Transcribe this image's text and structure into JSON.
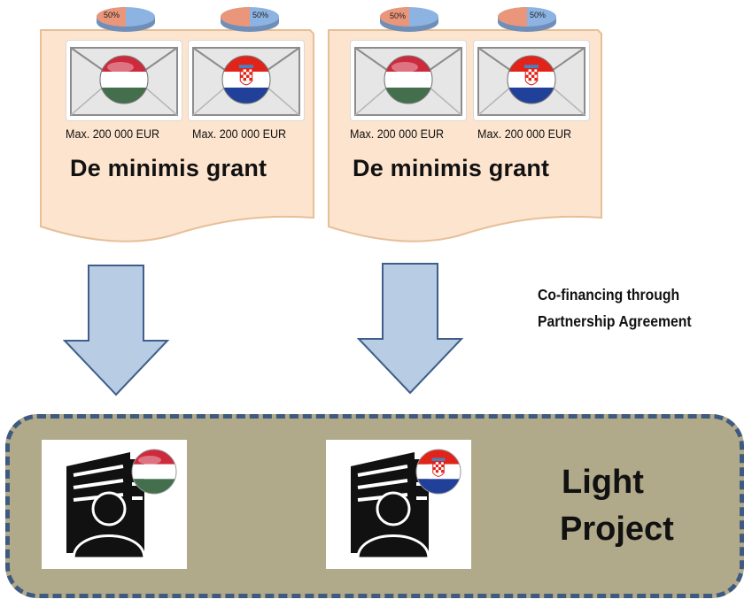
{
  "grants": [
    {
      "title": "De minimis grant",
      "shares": [
        {
          "country": "Hungary",
          "share_label": "50%",
          "amount": "Max. 200 000 EUR"
        },
        {
          "country": "Croatia",
          "share_label": "50%",
          "amount": "Max. 200 000 EUR"
        }
      ]
    },
    {
      "title": "De minimis grant",
      "shares": [
        {
          "country": "Hungary",
          "share_label": "50%",
          "amount": "Max. 200 000 EUR"
        },
        {
          "country": "Croatia",
          "share_label": "50%",
          "amount": "Max. 200 000 EUR"
        }
      ]
    }
  ],
  "cofinancing_label": [
    "Co-financing through",
    "Partnership Agreement"
  ],
  "project": {
    "title_lines": [
      "Light",
      "Project"
    ],
    "partners": [
      {
        "country": "Hungary",
        "icon": "building-person-icon"
      },
      {
        "country": "Croatia",
        "icon": "building-person-icon"
      }
    ]
  },
  "colors": {
    "document_fill": "#fde4ce",
    "document_stroke": "#e7bf97",
    "arrow_fill": "#b8cce4",
    "arrow_stroke": "#3f5f8a",
    "project_fill": "#b0a98a",
    "project_border": "#3e5a80",
    "pie_orange": "#e9967a",
    "pie_blue": "#8db3e2"
  }
}
